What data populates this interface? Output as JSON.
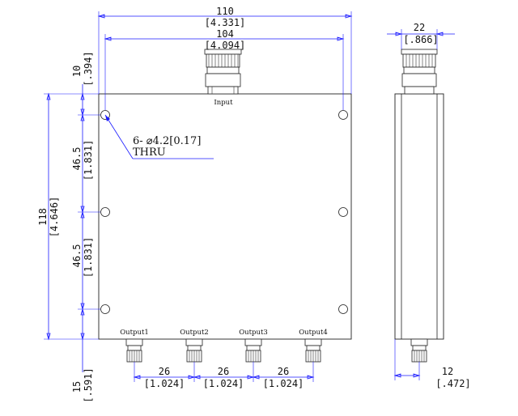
{
  "dimensions": {
    "overall_width": {
      "mm": "110",
      "inch": "[4.331]"
    },
    "hole_spacing_width": {
      "mm": "104",
      "inch": "[4.094]"
    },
    "side_width": {
      "mm": "22",
      "inch": "[.866]"
    },
    "top_offset": {
      "mm": "10",
      "inch": "[.394]"
    },
    "overall_height": {
      "mm": "118",
      "inch": "[4.646]"
    },
    "hole_spacing_1": {
      "mm": "46.5",
      "inch": "[1.831]"
    },
    "hole_spacing_2": {
      "mm": "46.5",
      "inch": "[1.831]"
    },
    "bottom_offset": {
      "mm": "15",
      "inch": "[.591]"
    },
    "output_pitch_1": {
      "mm": "26",
      "inch": "[1.024]"
    },
    "output_pitch_2": {
      "mm": "26",
      "inch": "[1.024]"
    },
    "output_pitch_3": {
      "mm": "26",
      "inch": "[1.024]"
    },
    "side_connector_offset": {
      "mm": "12",
      "inch": "[.472]"
    }
  },
  "hole_note": {
    "line1": "6- ⌀4.2[0.17]",
    "line2": "THRU"
  },
  "ports": {
    "input": "Input",
    "outputs": [
      "Output1",
      "Output2",
      "Output3",
      "Output4"
    ]
  }
}
